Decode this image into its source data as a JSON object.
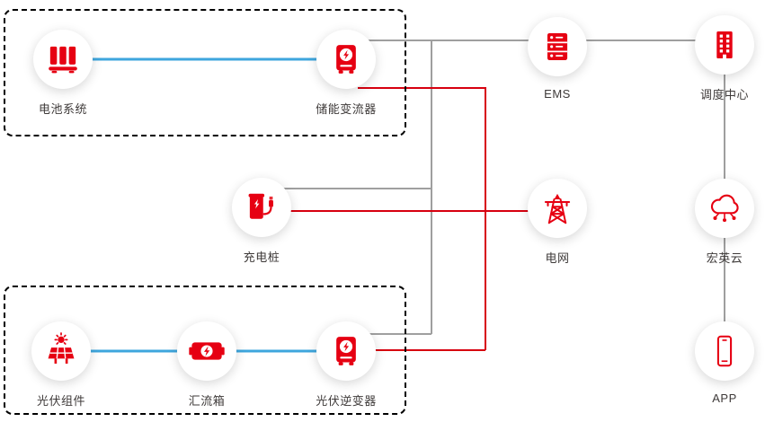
{
  "colors": {
    "red": "#e60012",
    "blue": "#3ea6dd",
    "gray": "#9f9f9f",
    "line_red": "#d7000f",
    "text": "#3e3a39",
    "border": "#000000"
  },
  "nodes": {
    "battery": {
      "label": "电池系统",
      "icon": "battery-icon"
    },
    "pcs": {
      "label": "储能变流器",
      "icon": "inverter-device-icon"
    },
    "charger": {
      "label": "充电桩",
      "icon": "ev-charger-icon"
    },
    "pv": {
      "label": "光伏组件",
      "icon": "solar-panel-icon"
    },
    "combiner": {
      "label": "汇流箱",
      "icon": "combiner-box-icon"
    },
    "inverter": {
      "label": "光伏逆变器",
      "icon": "inverter-device-icon"
    },
    "ems": {
      "label": "EMS",
      "icon": "server-icon"
    },
    "dispatch": {
      "label": "调度中心",
      "icon": "building-icon"
    },
    "grid": {
      "label": "电网",
      "icon": "transmission-tower-icon"
    },
    "cloud": {
      "label": "宏英云",
      "icon": "cloud-network-icon"
    },
    "app": {
      "label": "APP",
      "icon": "smartphone-icon"
    }
  },
  "connections": [
    {
      "from": "电池系统",
      "to": "储能变流器",
      "color": "blue"
    },
    {
      "from": "光伏组件",
      "to": "汇流箱",
      "color": "blue"
    },
    {
      "from": "汇流箱",
      "to": "光伏逆变器",
      "color": "blue"
    },
    {
      "from": "储能变流器",
      "to": "EMS",
      "color": "gray"
    },
    {
      "from": "充电桩",
      "to": "EMS",
      "color": "gray"
    },
    {
      "from": "光伏逆变器",
      "to": "EMS",
      "color": "gray"
    },
    {
      "from": "EMS",
      "to": "调度中心",
      "color": "gray"
    },
    {
      "from": "调度中心",
      "to": "宏英云",
      "color": "gray"
    },
    {
      "from": "宏英云",
      "to": "APP",
      "color": "gray"
    },
    {
      "from": "储能变流器",
      "to": "电网",
      "color": "red"
    },
    {
      "from": "充电桩",
      "to": "电网",
      "color": "red"
    },
    {
      "from": "光伏逆变器",
      "to": "电网",
      "color": "red"
    }
  ]
}
